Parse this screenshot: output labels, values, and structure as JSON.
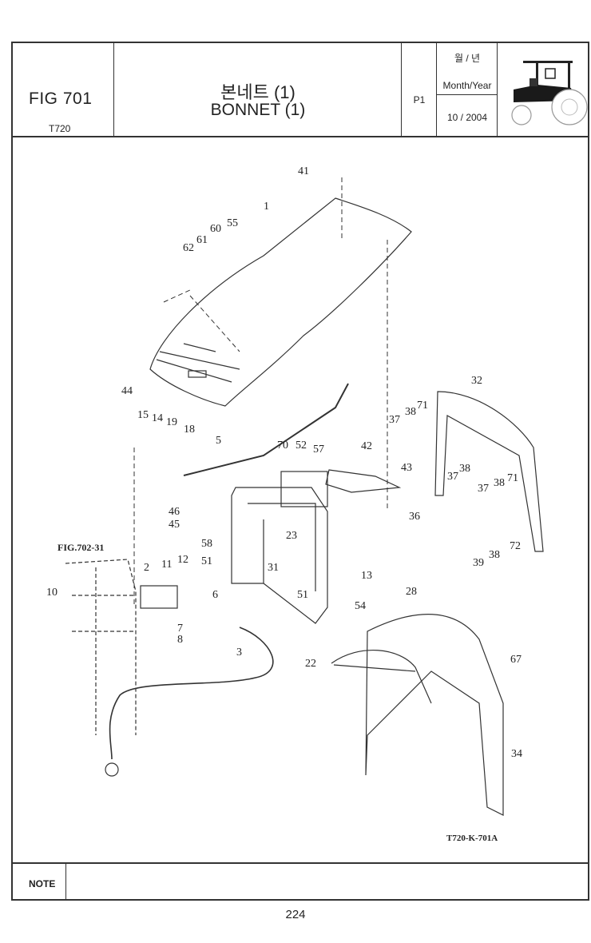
{
  "header": {
    "fig_number": "FIG 701",
    "model": "T720",
    "title_korean": "본네트 (1)",
    "title_english": "BONNET (1)",
    "page_code": "P1",
    "date_label_korean": "월 / 년",
    "date_label_english": "Month/Year",
    "date_value": "10 / 2004"
  },
  "diagram": {
    "drawing_code": "T720-K-701A",
    "fig_reference": "FIG.702-31",
    "part_callouts": [
      "1",
      "2",
      "3",
      "5",
      "6",
      "7",
      "8",
      "10",
      "11",
      "12",
      "13",
      "14",
      "15",
      "18",
      "19",
      "22",
      "23",
      "28",
      "31",
      "32",
      "34",
      "36",
      "37",
      "37",
      "37",
      "38",
      "38",
      "38",
      "38",
      "39",
      "41",
      "42",
      "43",
      "44",
      "45",
      "46",
      "51",
      "51",
      "52",
      "54",
      "55",
      "57",
      "58",
      "60",
      "61",
      "62",
      "67",
      "70",
      "71",
      "71",
      "72"
    ]
  },
  "footer": {
    "note_label": "NOTE",
    "page_number": "224"
  }
}
